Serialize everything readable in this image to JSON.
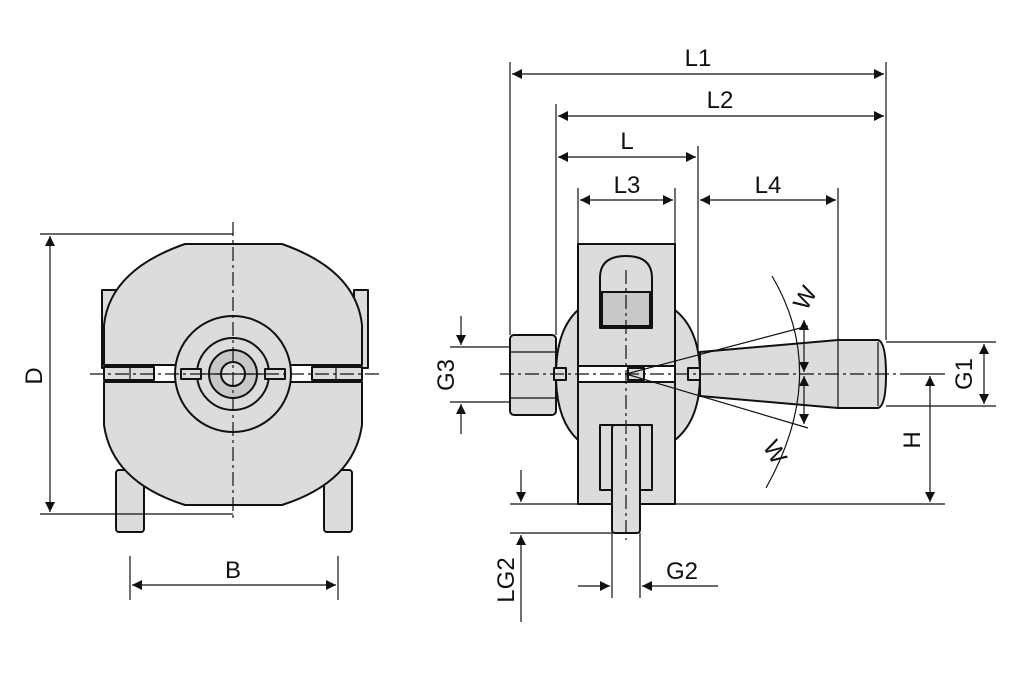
{
  "labels": {
    "L1": "L1",
    "L2": "L2",
    "L": "L",
    "L3": "L3",
    "L4": "L4",
    "G3": "G3",
    "G1": "G1",
    "G2": "G2",
    "LG2": "LG2",
    "H": "H",
    "W_top": "W",
    "W_bottom": "W",
    "D": "D",
    "B": "B"
  }
}
